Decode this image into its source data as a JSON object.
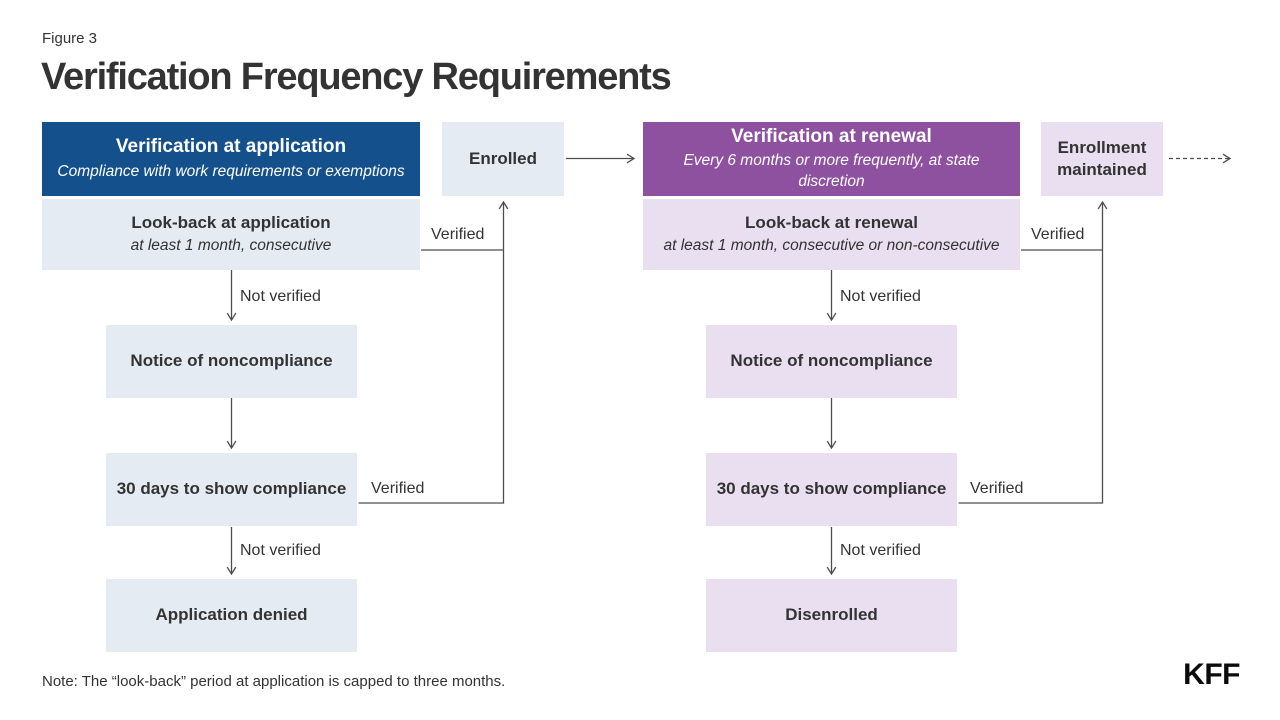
{
  "figure_label": "Figure 3",
  "title": "Verification Frequency Requirements",
  "labels": {
    "verified": "Verified",
    "not_verified": "Not verified"
  },
  "application_flow": {
    "header_title": "Verification at application",
    "header_subtitle": "Compliance with work requirements or exemptions",
    "lookback_title": "Look-back at application",
    "lookback_subtitle": "at least 1 month, consecutive",
    "enrolled": "Enrolled",
    "notice": "Notice of noncompliance",
    "window": "30 days to show compliance",
    "outcome": "Application denied"
  },
  "renewal_flow": {
    "header_title": "Verification at renewal",
    "header_subtitle": "Every 6 months or more frequently, at state discretion",
    "lookback_title": "Look-back at renewal",
    "lookback_subtitle": "at least 1 month, consecutive or non-consecutive",
    "maintained": "Enrollment maintained",
    "notice": "Notice of noncompliance",
    "window": "30 days to show compliance",
    "outcome": "Disenrolled"
  },
  "note": "Note: The “look-back” period at application is capped to three months.",
  "logo_text": "KFF",
  "colors": {
    "app_header_bg": "#14518C",
    "app_light_bg": "#E5EBF2",
    "renewal_header_bg": "#8E51A0",
    "renewal_light_bg": "#E9DFF0",
    "header_text": "#FFFFFF",
    "box_text": "#333333",
    "line": "#4D4D4D"
  }
}
